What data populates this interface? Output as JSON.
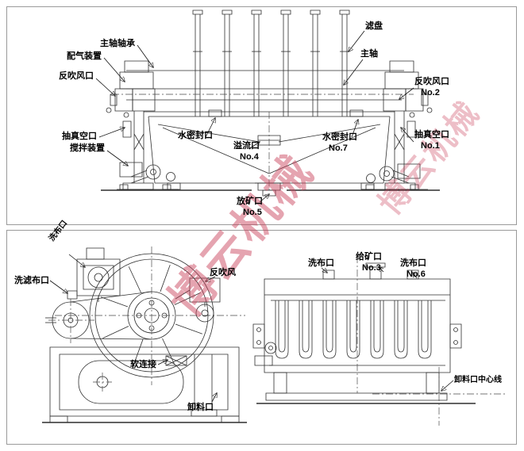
{
  "watermark": {
    "main": "博云机械",
    "secondary": "博云机械"
  },
  "top_view": {
    "labels": [
      {
        "text": "滤盘",
        "sub": ""
      },
      {
        "text": "主轴轴承",
        "sub": ""
      },
      {
        "text": "配气装置",
        "sub": ""
      },
      {
        "text": "反吹风口",
        "sub": ""
      },
      {
        "text": "主轴",
        "sub": ""
      },
      {
        "text": "反吹风口",
        "sub": "No.2"
      },
      {
        "text": "抽真空口",
        "sub": ""
      },
      {
        "text": "搅拌装置",
        "sub": ""
      },
      {
        "text": "水密封口",
        "sub": ""
      },
      {
        "text": "溢流口",
        "sub": "No.4"
      },
      {
        "text": "水密封口",
        "sub": "No.7"
      },
      {
        "text": "抽真空口",
        "sub": "No.1"
      },
      {
        "text": "放矿口",
        "sub": "No.5"
      }
    ]
  },
  "bottom_view": {
    "labels": [
      {
        "text": "洗布口",
        "sub": ""
      },
      {
        "text": "洗滤布口",
        "sub": ""
      },
      {
        "text": "反吹风",
        "sub": ""
      },
      {
        "text": "软连接",
        "sub": ""
      },
      {
        "text": "卸料口",
        "sub": ""
      },
      {
        "text": "洗布口",
        "sub": ""
      },
      {
        "text": "给矿口",
        "sub": "No.3"
      },
      {
        "text": "洗布口",
        "sub": "No.6"
      },
      {
        "text": "卸料口中心线",
        "sub": ""
      }
    ]
  }
}
